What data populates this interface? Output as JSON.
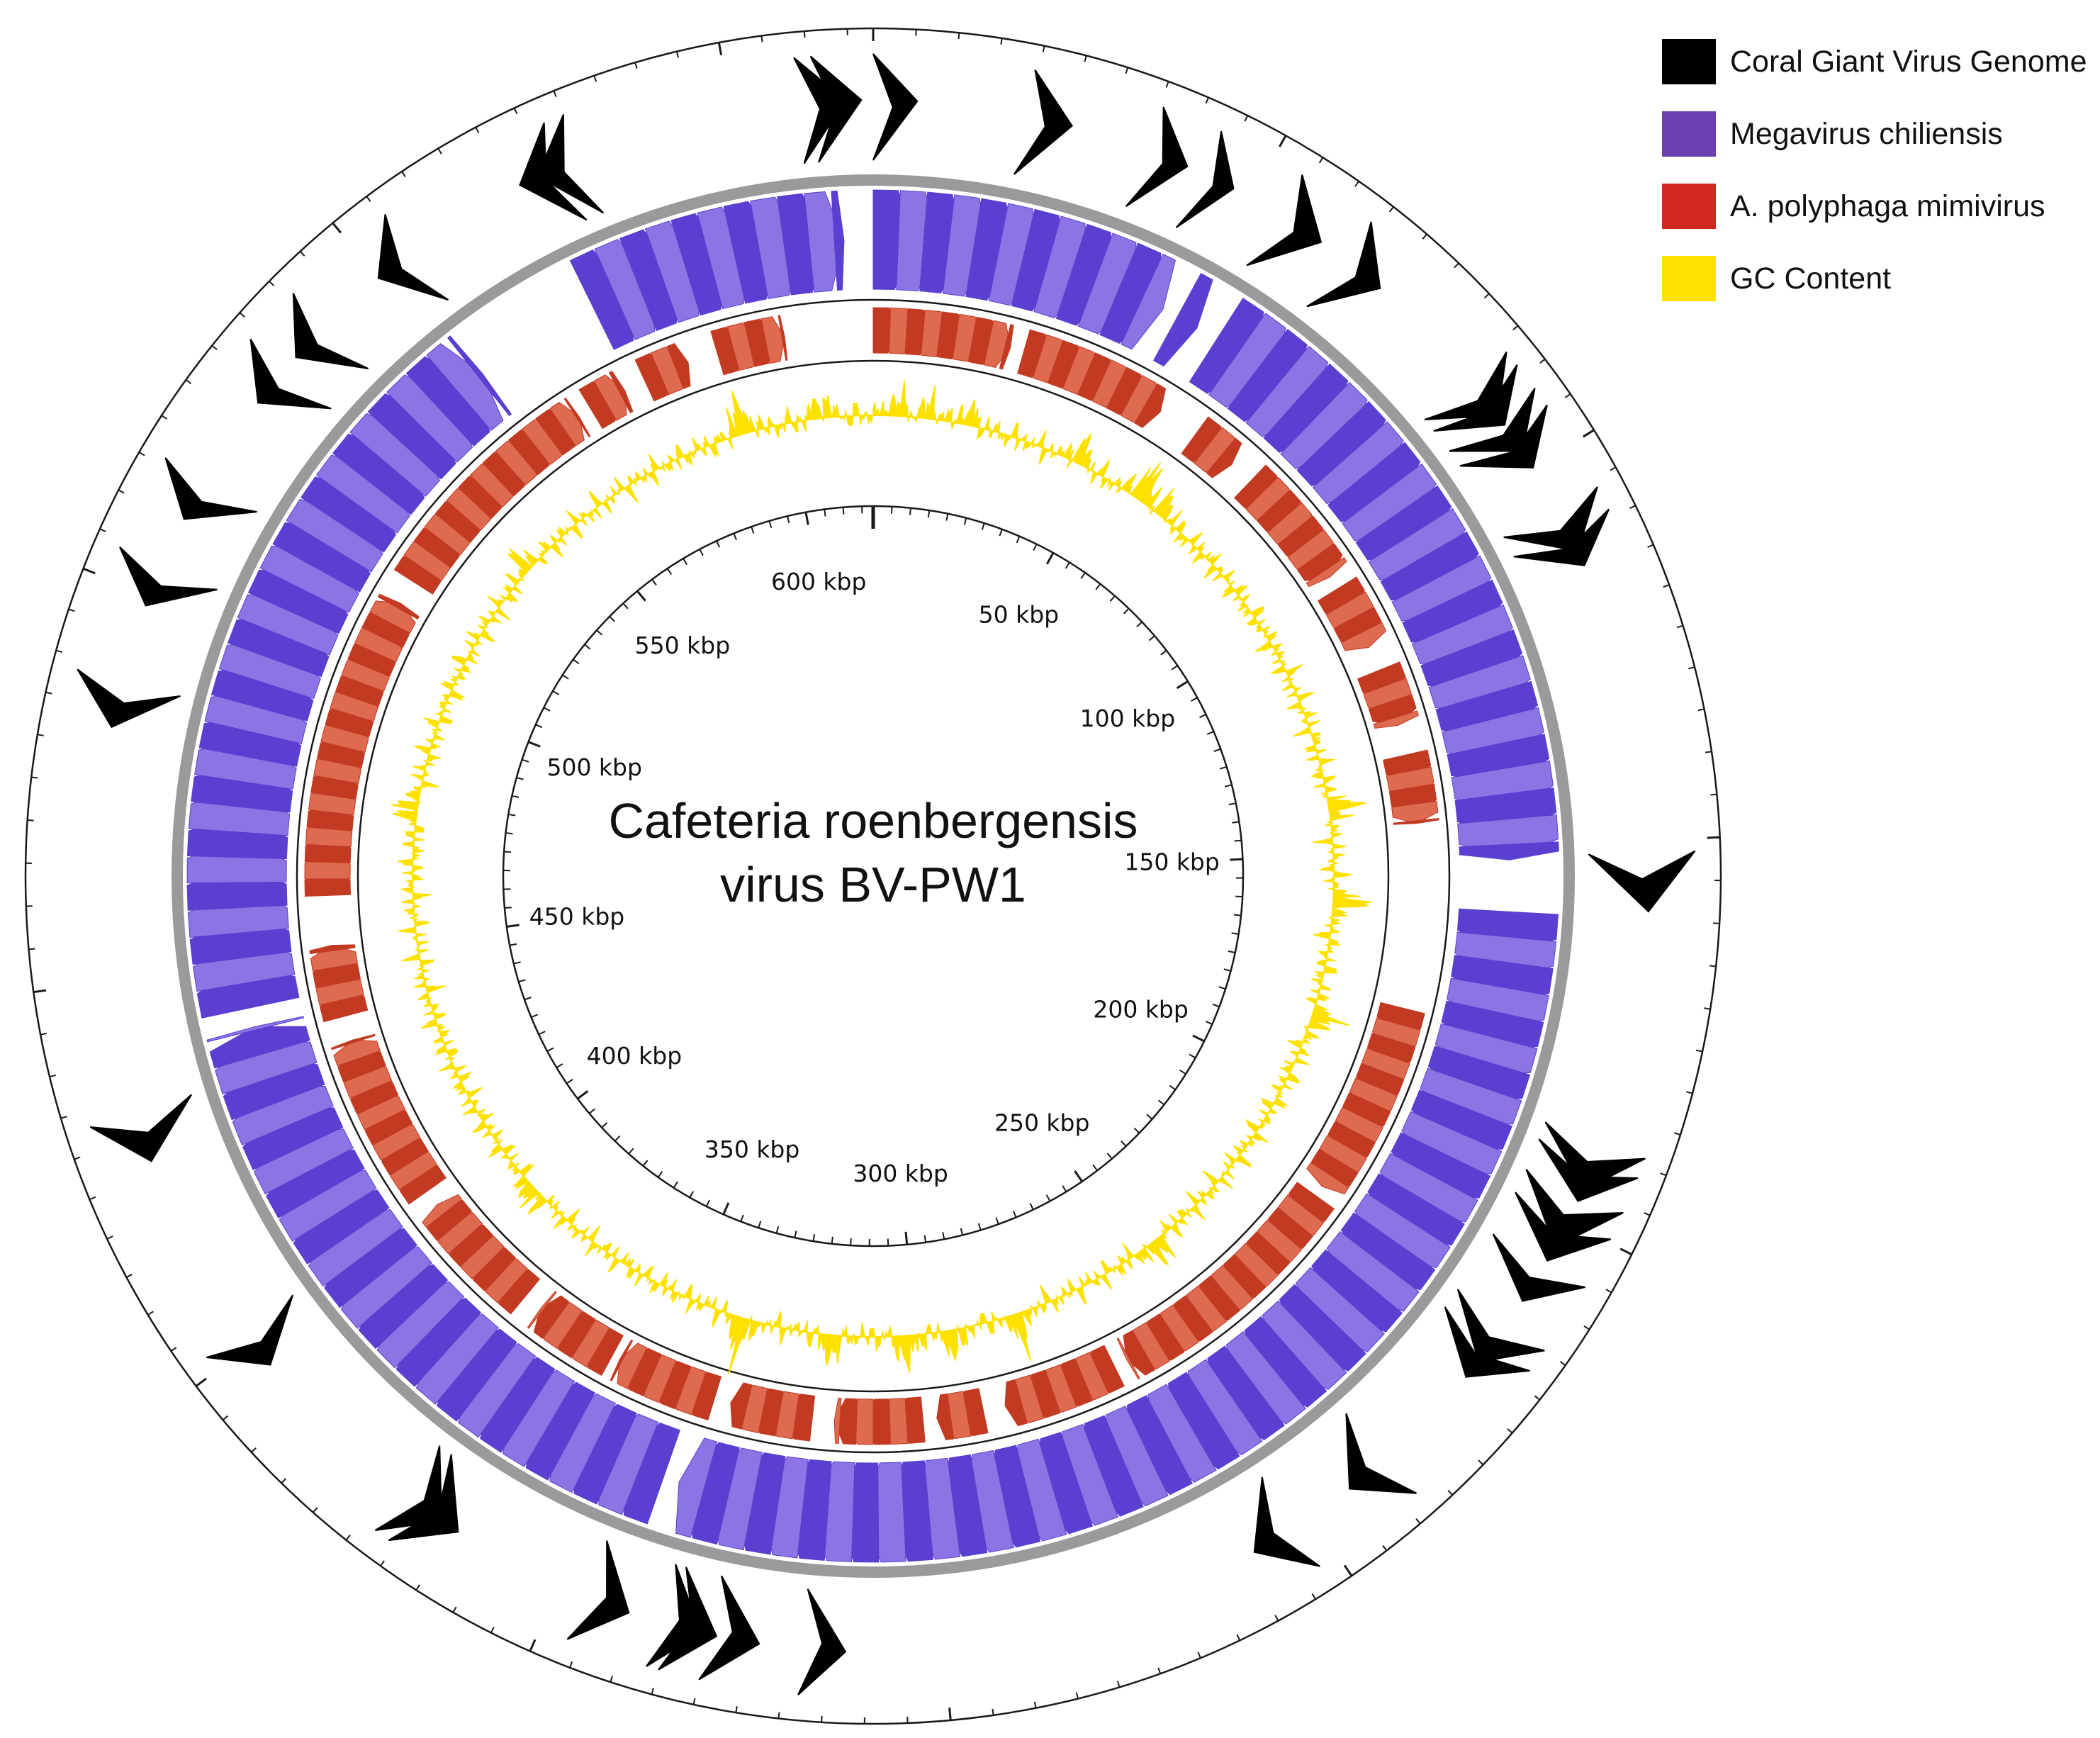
{
  "title": {
    "line1": "Cafeteria roenbergensis",
    "line2": "virus BV-PW1"
  },
  "legend": [
    {
      "label": "Coral Giant Virus Genome",
      "color": "#000000"
    },
    {
      "label": "Megavirus chiliensis",
      "color": "#6a3fb1"
    },
    {
      "label": "A. polyphaga mimivirus",
      "color": "#d0281e"
    },
    {
      "label": "GC Content",
      "color": "#ffe100"
    }
  ],
  "genome_size_kbp": 618,
  "scale_labels": [
    {
      "kbp": 50,
      "text": "50 kbp"
    },
    {
      "kbp": 100,
      "text": "100 kbp"
    },
    {
      "kbp": 150,
      "text": "150 kbp"
    },
    {
      "kbp": 200,
      "text": "200 kbp"
    },
    {
      "kbp": 250,
      "text": "250 kbp"
    },
    {
      "kbp": 300,
      "text": "300 kbp"
    },
    {
      "kbp": 350,
      "text": "350 kbp"
    },
    {
      "kbp": 400,
      "text": "400 kbp"
    },
    {
      "kbp": 450,
      "text": "450 kbp"
    },
    {
      "kbp": 500,
      "text": "500 kbp"
    },
    {
      "kbp": 550,
      "text": "550 kbp"
    },
    {
      "kbp": 600,
      "text": "600 kbp"
    }
  ],
  "tracks": {
    "coral_giant_virus_hits": [
      {
        "start": 0.0,
        "end": 5.6,
        "strand": "+"
      },
      {
        "start": -7.5,
        "end": -1.5,
        "strand": "+"
      },
      {
        "start": -9.5,
        "end": -3.5,
        "strand": "+"
      },
      {
        "start": 19.5,
        "end": 25.5,
        "strand": "+"
      },
      {
        "start": 35.5,
        "end": 41.0,
        "strand": "+"
      },
      {
        "start": 43.0,
        "end": 47.5,
        "strand": "+"
      },
      {
        "start": 54.0,
        "end": 60.5,
        "strand": "+"
      },
      {
        "start": 64.0,
        "end": 70.0,
        "strand": "+"
      },
      {
        "start": 86.5,
        "end": 92.0,
        "strand": "+"
      },
      {
        "start": 88.5,
        "end": 93.5,
        "strand": "+"
      },
      {
        "start": 92.0,
        "end": 97.5,
        "strand": "+"
      },
      {
        "start": 94.5,
        "end": 100.0,
        "strand": "+"
      },
      {
        "start": 106.0,
        "end": 112.0,
        "strand": "+"
      },
      {
        "start": 109.0,
        "end": 114.0,
        "strand": "+"
      },
      {
        "start": 151.5,
        "end": 159.0,
        "strand": "+"
      },
      {
        "start": 189.0,
        "end": 195.5,
        "strand": "+"
      },
      {
        "start": 191.5,
        "end": 197.0,
        "strand": "+"
      },
      {
        "start": 196.0,
        "end": 203.5,
        "strand": "+"
      },
      {
        "start": 199.5,
        "end": 205.5,
        "strand": "+"
      },
      {
        "start": 206.0,
        "end": 211.5,
        "strand": "+"
      },
      {
        "start": 215.0,
        "end": 221.0,
        "strand": "+"
      },
      {
        "start": 218.0,
        "end": 223.5,
        "strand": "+"
      },
      {
        "start": 238.0,
        "end": 244.0,
        "strand": "+"
      },
      {
        "start": 252.5,
        "end": 258.5,
        "strand": "+"
      },
      {
        "start": 312.5,
        "end": 318.0,
        "strand": "-"
      },
      {
        "start": 323.5,
        "end": 330.0,
        "strand": "-"
      },
      {
        "start": 329.0,
        "end": 335.0,
        "strand": "-"
      },
      {
        "start": 331.0,
        "end": 336.5,
        "strand": "-"
      },
      {
        "start": 340.5,
        "end": 346.5,
        "strand": "-"
      },
      {
        "start": 364.5,
        "end": 371.0,
        "strand": "-"
      },
      {
        "start": 367.0,
        "end": 373.0,
        "strand": "-"
      },
      {
        "start": 396.5,
        "end": 402.0,
        "strand": "-"
      },
      {
        "start": 426.5,
        "end": 433.0,
        "strand": "-"
      },
      {
        "start": 482.5,
        "end": 488.5,
        "strand": "-"
      },
      {
        "start": 498.5,
        "end": 504.0,
        "strand": "-"
      },
      {
        "start": 510.5,
        "end": 516.0,
        "strand": "-"
      },
      {
        "start": 528.0,
        "end": 533.5,
        "strand": "-"
      },
      {
        "start": 535.5,
        "end": 541.0,
        "strand": "-"
      },
      {
        "start": 550.0,
        "end": 555.5,
        "strand": "-"
      },
      {
        "start": 571.5,
        "end": 577.5,
        "strand": "-"
      },
      {
        "start": 574.0,
        "end": 580.0,
        "strand": "-"
      }
    ],
    "megavirus_chiliensis_regions": [
      {
        "start": 0.0,
        "end": 46.5
      },
      {
        "start": 49.0,
        "end": 52.5
      },
      {
        "start": 56.0,
        "end": 152.0
      },
      {
        "start": 160.0,
        "end": 339.5
      },
      {
        "start": 342.0,
        "end": 440.0
      },
      {
        "start": 443.0,
        "end": 553.0
      },
      {
        "start": 573.0,
        "end": 613.5
      }
    ],
    "apmv_regions": [
      {
        "start": 0.0,
        "end": 25.0
      },
      {
        "start": 27.5,
        "end": 54.5
      },
      {
        "start": 62.0,
        "end": 70.5
      },
      {
        "start": 75.0,
        "end": 97.5
      },
      {
        "start": 100.0,
        "end": 112.0
      },
      {
        "start": 116.5,
        "end": 127.0
      },
      {
        "start": 132.5,
        "end": 145.0
      },
      {
        "start": 178.5,
        "end": 214.0
      },
      {
        "start": 216.0,
        "end": 261.5
      },
      {
        "start": 264.0,
        "end": 285.0
      },
      {
        "start": 289.0,
        "end": 297.5
      },
      {
        "start": 300.0,
        "end": 316.0
      },
      {
        "start": 320.0,
        "end": 335.0
      },
      {
        "start": 338.0,
        "end": 356.5
      },
      {
        "start": 358.0,
        "end": 373.5
      },
      {
        "start": 377.0,
        "end": 400.0
      },
      {
        "start": 403.0,
        "end": 433.5
      },
      {
        "start": 438.0,
        "end": 451.0
      },
      {
        "start": 460.0,
        "end": 515.0
      },
      {
        "start": 519.5,
        "end": 562.0
      },
      {
        "start": 564.5,
        "end": 571.5
      },
      {
        "start": 575.5,
        "end": 584.0
      },
      {
        "start": 589.5,
        "end": 602.0
      }
    ],
    "gc_content_peaks": [
      {
        "kbp": 5,
        "value": 0.45
      },
      {
        "kbp": 12,
        "value": 0.38
      },
      {
        "kbp": 20,
        "value": 0.4
      },
      {
        "kbp": 45,
        "value": 0.5
      },
      {
        "kbp": 60,
        "value": 0.75
      },
      {
        "kbp": 66,
        "value": 0.42
      },
      {
        "kbp": 140,
        "value": 0.55
      },
      {
        "kbp": 160,
        "value": 0.62
      },
      {
        "kbp": 185,
        "value": 0.5
      },
      {
        "kbp": 245,
        "value": 0.45
      },
      {
        "kbp": 278,
        "value": 0.6
      },
      {
        "kbp": 292,
        "value": 0.55
      },
      {
        "kbp": 302,
        "value": 0.6
      },
      {
        "kbp": 318,
        "value": 0.52
      },
      {
        "kbp": 337,
        "value": 0.78
      },
      {
        "kbp": 390,
        "value": 0.4
      },
      {
        "kbp": 478,
        "value": 0.45
      },
      {
        "kbp": 535,
        "value": 0.4
      },
      {
        "kbp": 590,
        "value": 0.7
      },
      {
        "kbp": 607,
        "value": 0.45
      }
    ]
  },
  "colors": {
    "coral": "#000000",
    "megavirus": "#5b3fd0",
    "megavirus_light": "#8b75e4",
    "apmv": "#c23a22",
    "apmv_light": "#de6a50",
    "gc": "#ffe100",
    "ring": "#1a1a1a",
    "backbone": "#9a9a9a"
  }
}
